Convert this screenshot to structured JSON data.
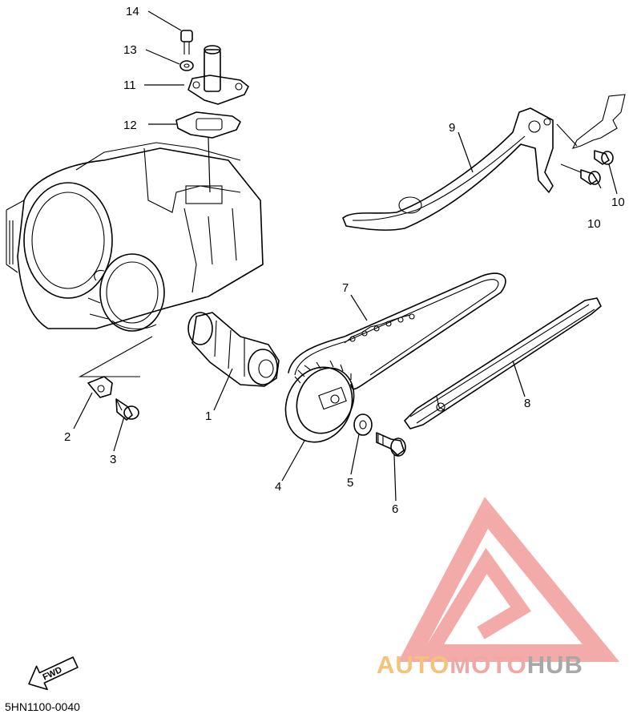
{
  "callouts": {
    "c1": "1",
    "c2": "2",
    "c3": "3",
    "c4": "4",
    "c5": "5",
    "c6": "6",
    "c7": "7",
    "c8": "8",
    "c9": "9",
    "c10a": "10",
    "c10b": "10",
    "c11": "11",
    "c12": "12",
    "c13": "13",
    "c14": "14"
  },
  "fwd_arrow": {
    "label": "FWD"
  },
  "diagram_code": "5HN1100-0040",
  "watermark": {
    "part1": "AUTO",
    "part2": "MOTO",
    "part3": "HUB",
    "colors": {
      "logo": "#f2a3a0",
      "auto": "#f4c27a",
      "moto": "#f0a8a4",
      "hub": "#a8a8a8"
    }
  }
}
